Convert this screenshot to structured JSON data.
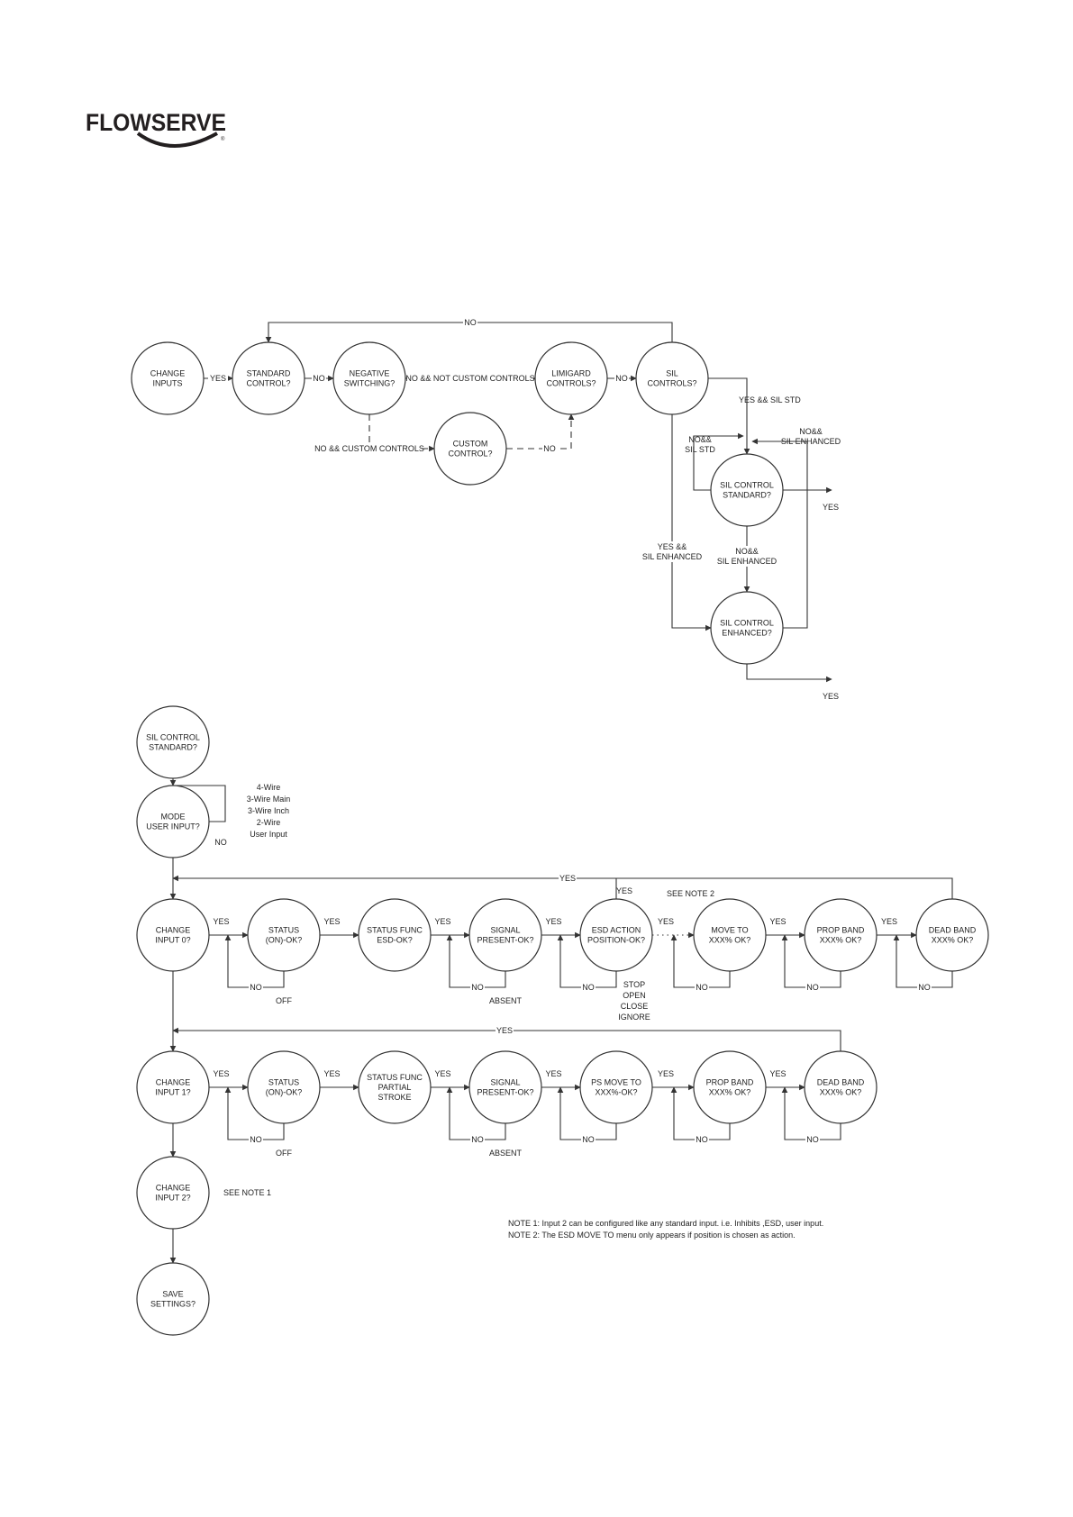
{
  "brand": {
    "name": "FLOWSERVE",
    "registered": "®"
  },
  "colors": {
    "line": "#333333",
    "text": "#222222",
    "background": "#ffffff"
  },
  "nodes": {
    "change_inputs": [
      "CHANGE",
      "INPUTS"
    ],
    "standard_control": [
      "STANDARD",
      "CONTROL?"
    ],
    "negative_switching": [
      "NEGATIVE",
      "SWITCHING?"
    ],
    "custom_control": [
      "CUSTOM",
      "CONTROL?"
    ],
    "limigard": [
      "LIMIGARD",
      "CONTROLS?"
    ],
    "sil_controls": [
      "SIL",
      "CONTROLS?"
    ],
    "sil_std_top": [
      "SIL CONTROL",
      "STANDARD?"
    ],
    "sil_enh": [
      "SIL CONTROL",
      "ENHANCED?"
    ],
    "sil_std_left": [
      "SIL CONTROL",
      "STANDARD?"
    ],
    "mode": [
      "MODE",
      "USER INPUT?"
    ],
    "ci0": [
      "CHANGE",
      "INPUT 0?"
    ],
    "status0": [
      "STATUS",
      "(ON)-OK?"
    ],
    "status_func_esd": [
      "STATUS FUNC",
      "ESD-OK?"
    ],
    "signal0": [
      "SIGNAL",
      "PRESENT-OK?"
    ],
    "esd_action": [
      "ESD ACTION",
      "POSITION-OK?"
    ],
    "move_to": [
      "MOVE TO",
      "XXX% OK?"
    ],
    "prop0": [
      "PROP BAND",
      "XXX% OK?"
    ],
    "dead0": [
      "DEAD BAND",
      "XXX% OK?"
    ],
    "ci1": [
      "CHANGE",
      "INPUT 1?"
    ],
    "status1": [
      "STATUS",
      "(ON)-OK?"
    ],
    "status_func_ps": [
      "STATUS FUNC",
      "PARTIAL",
      "STROKE"
    ],
    "signal1": [
      "SIGNAL",
      "PRESENT-OK?"
    ],
    "ps_move": [
      "PS MOVE TO",
      "XXX%-OK?"
    ],
    "prop1": [
      "PROP BAND",
      "XXX% OK?"
    ],
    "dead1": [
      "DEAD BAND",
      "XXX% OK?"
    ],
    "ci2": [
      "CHANGE",
      "INPUT 2?"
    ],
    "save": [
      "SAVE",
      "SETTINGS?"
    ]
  },
  "labels": {
    "yes": "YES",
    "no": "NO",
    "off": "OFF",
    "absent": "ABSENT",
    "no_not_custom": "NO && NOT CUSTOM CONTROLS",
    "no_custom": "NO && CUSTOM CONTROLS",
    "yes_sil_std": "YES && SIL STD",
    "no_sil_std": [
      "NO&&",
      "SIL STD"
    ],
    "no_sil_enh_right": [
      "NO&&",
      "SIL ENHANCED"
    ],
    "no_sil_enh_mid": [
      "NO&&",
      "SIL ENHANCED"
    ],
    "yes_sil_enh": [
      "YES &&",
      "SIL ENHANCED"
    ],
    "see_note_1": "SEE NOTE 1",
    "see_note_2": "SEE NOTE 2",
    "mode_options": [
      "4-Wire",
      "3-Wire Main",
      "3-Wire Inch",
      "2-Wire",
      "User Input"
    ],
    "esd_options": [
      "STOP",
      "OPEN",
      "CLOSE",
      "IGNORE"
    ]
  },
  "notes": [
    "NOTE 1: Input 2 can be configured like any standard input.  i.e. Inhibits ,ESD, user input.",
    "NOTE 2: The ESD MOVE TO menu only appears if position is chosen as action."
  ]
}
